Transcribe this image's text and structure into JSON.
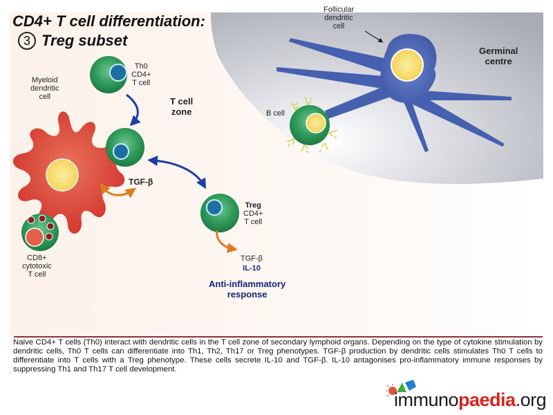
{
  "header": {
    "title": "CD4+ T cell differentiation:",
    "step_number": "3",
    "subtitle": "Treg subset"
  },
  "labels": {
    "follicular_dc": [
      "Follicular",
      "dendritic",
      "cell"
    ],
    "germinal_centre": [
      "Germinal",
      "centre"
    ],
    "b_cell": "B cell",
    "th0": [
      "Th0",
      "CD4+",
      "T cell"
    ],
    "myeloid_dc": [
      "Myeloid",
      "dendritic",
      "cell"
    ],
    "t_cell_zone": [
      "T cell",
      "zone"
    ],
    "tgf_beta_dc": "TGF-β",
    "treg": [
      "Treg",
      "CD4+",
      "T cell"
    ],
    "cd8": [
      "CD8+",
      "cytotoxic",
      "T cell"
    ],
    "treg_secretes": [
      "TGF-β",
      "IL-10"
    ],
    "outcome": [
      "Anti-inflammatory",
      "response"
    ]
  },
  "caption": "Naive CD4+ T cells (Th0) interact with dendritic cells in the T cell zone of secondary lymphoid organs. Depending on the type of cytokine stimulation by dendritic cells, Th0 T cells can differentiate into Th1, Th2, Th17 or Treg phenotypes.  TGF-β production by dendritic cells stimulates Th0 T cells to differentiate into T cells with a Treg phenotype. These cells secrete IL-10 and TGF-β. IL-10 antagonises pro-inflammatory immune responses by suppressing Th1 and Th17 T cell development.",
  "logo": {
    "part1": "immuno",
    "part2": "paedia",
    "part3": ".org"
  },
  "colors": {
    "t_cell_green": "#2e8f55",
    "nucleus_blue": "#1d6fa3",
    "dendritic_red": "#d63a2c",
    "fdc_blue": "#4660b0",
    "nucleus_yellow": "#f6d860",
    "arrow_blue": "#1c3ea8",
    "arrow_orange": "#e07a1f",
    "divider": "#8a2f36",
    "outcome_navy": "#14237a"
  }
}
